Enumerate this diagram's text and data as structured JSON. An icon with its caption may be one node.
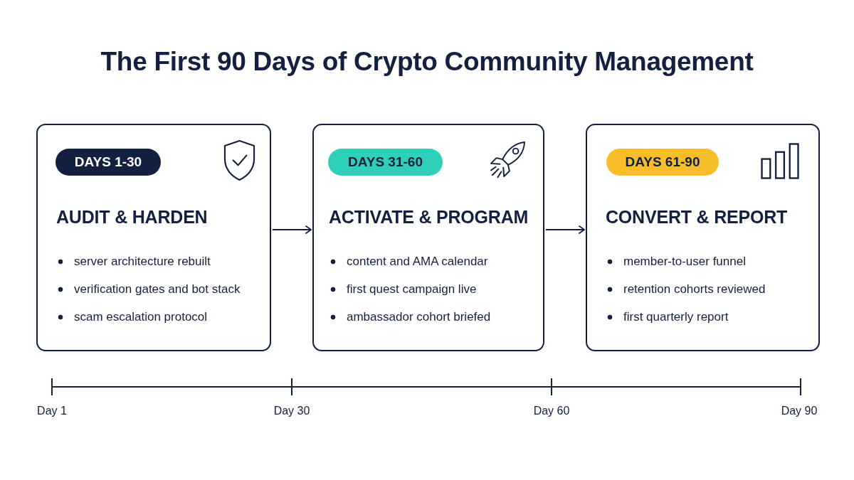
{
  "diagram": {
    "title": "The First 90 Days of Crypto Community Management",
    "nodes": [
      {
        "text": [
          "AUDIT & HARDEN",
          "server architecture rebuilt",
          "verification gates and bot stack",
          "scam escalation protocol"
        ]
      },
      {
        "text": [
          "DAYS 1-30"
        ],
        "in": 0
      },
      {
        "text": [
          "ACTIVATE & PROGRAM",
          "content and AMA calendar",
          "first quest campaign live",
          "ambassador cohort briefed"
        ]
      },
      {
        "text": [
          "DAYS 31-60"
        ],
        "in": 2
      },
      {
        "text": [
          "CONVERT & REPORT",
          "member-to-user funnel",
          "retention cohorts reviewed",
          "first quarterly report"
        ]
      },
      {
        "text": [
          "DAYS 61-90"
        ],
        "in": 4
      }
    ],
    "edges": [
      {
        "from": 0,
        "to": 2,
        "arrow": "to"
      },
      {
        "from": 2,
        "to": 4,
        "arrow": "to"
      }
    ],
    "labels": [
      "Day 1",
      "Day 30",
      "Day 60",
      "Day 90"
    ]
  }
}
